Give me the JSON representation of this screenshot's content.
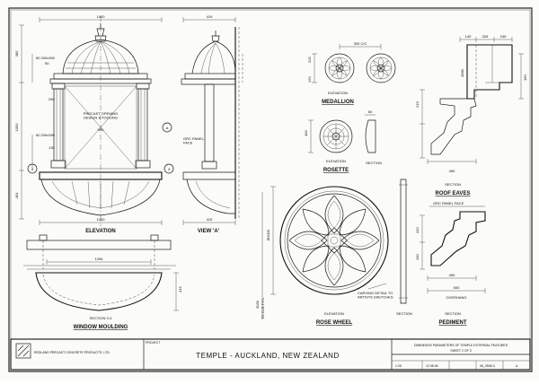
{
  "views": {
    "elevation": "ELEVATION",
    "view_a": "VIEW 'A'",
    "section_3_3": "SECTION 3-3",
    "window_moulding": "WINDOW MOULDING",
    "medallion_elev": "ELEVATION",
    "medallion": "MEDALLION",
    "rosette_elev": "ELEVATION",
    "rosette": "ROSETTE",
    "rosette_section": "SECTION",
    "roof_eaves_section": "SECTION",
    "roof_eaves": "ROOF EAVES",
    "rose_wheel_elev": "ELEVATION",
    "rose_wheel": "ROSE WHEEL",
    "rose_wheel_section": "SECTION",
    "pediment_section": "SECTION",
    "pediment": "PEDIMENT"
  },
  "notes": {
    "precast_opening": "PRECAST OPENING\nDESIGN & TOOLING",
    "grc_panel_face_1": "GRC PANEL\nFACE",
    "grc_panel_face_2": "GRC PANEL FACE",
    "carving_detail": "CARVING DETAIL TO\nARTISTS SKETCHES",
    "overhang": "OVERHANG",
    "ffl": "TO CLR F.F.L.",
    "marker_a": "A",
    "marker_3": "3"
  },
  "dims": {
    "d1400_top": "1400",
    "d1400_bot": "1400",
    "d419_top": "419",
    "d419_bot": "419",
    "d380": "380",
    "d60_200x390": "60  200x390",
    "d60_200x390_b": "60  200x390",
    "d50": "50",
    "d250": "250",
    "d1050": "1050",
    "d454": "454",
    "d900": "900",
    "d130": "130",
    "d160": "160",
    "d1296": "1296",
    "d415": "415",
    "d300cc": "300 C/C",
    "d120": "120",
    "d225": "225",
    "d400": "400",
    "d60": "60",
    "d140": "140",
    "d325": "325",
    "d245": "245",
    "d4580": "4580",
    "d219": "219",
    "d450_eaves": "450",
    "d450_ped": "450",
    "d500": "500",
    "d1000": "Ø1000",
    "d3030": "3030",
    "d410": "410",
    "d100": "100",
    "d565": "565",
    "d50b": "50"
  },
  "title_block": {
    "company": "REDLAND PRECAST CONCRETE PRODUCTS, LTD.",
    "project": "TEMPLE - AUCKLAND, NEW ZEALAND",
    "drawing_title": "DIMENSION PARAMETERS OF TEMPLE EXTERNAL FEATURES",
    "sheet": "SHEET 2 OF 3",
    "project_label": "PROJECT",
    "drawing_no": "06_2508-3",
    "rev": "A",
    "scale": "1:25",
    "date": "12.08.06"
  }
}
